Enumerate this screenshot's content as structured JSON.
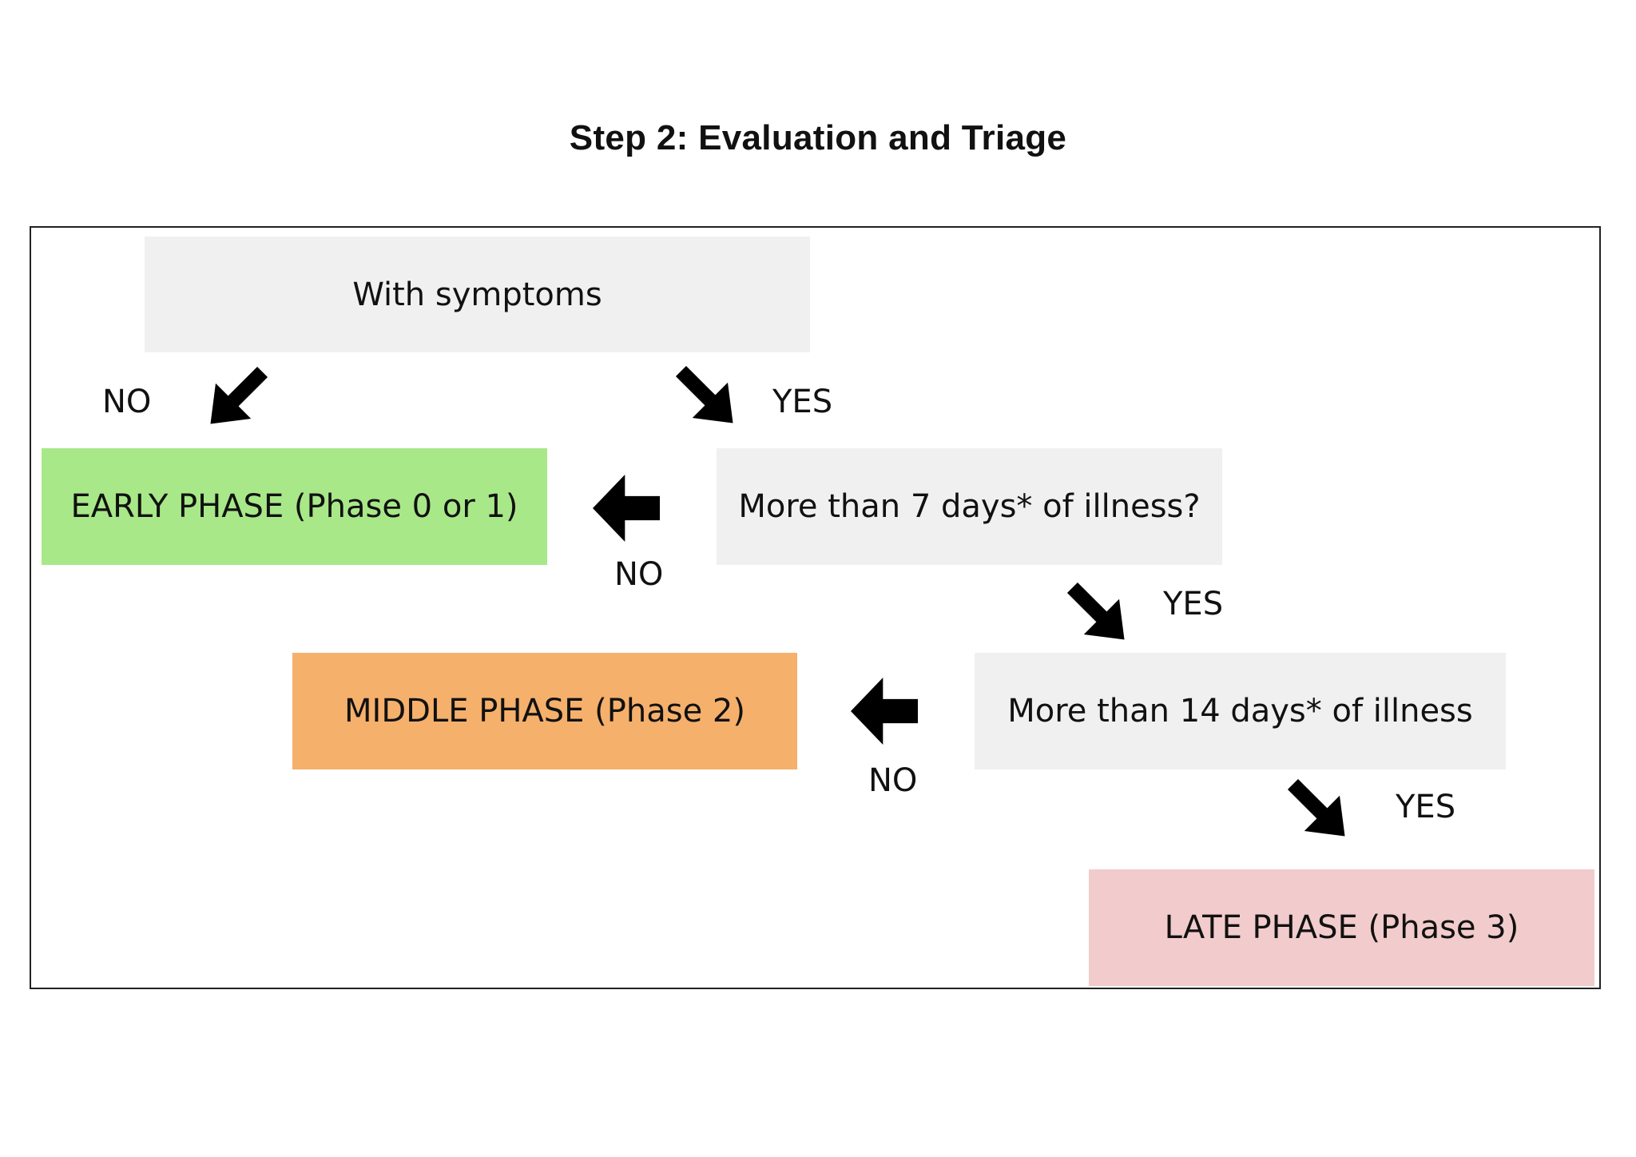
{
  "title": "Step 2: Evaluation and Triage",
  "nodes": {
    "with_symptoms": {
      "label": "With symptoms",
      "color": "#f0f0f0"
    },
    "early_phase": {
      "label": "EARLY PHASE (Phase 0 or 1)",
      "color": "#a8e888"
    },
    "more_than_7": {
      "label": "More than 7 days* of illness?",
      "color": "#f0f0f0"
    },
    "middle_phase": {
      "label": "MIDDLE PHASE (Phase 2)",
      "color": "#f5b06c"
    },
    "more_than_14": {
      "label": "More than 14 days* of illness",
      "color": "#f0f0f0"
    },
    "late_phase": {
      "label": "LATE PHASE (Phase 3)",
      "color": "#f2cbcc"
    }
  },
  "edges": [
    {
      "from": "with_symptoms",
      "to": "early_phase",
      "label": "NO",
      "arrow": "diagonal-down-left"
    },
    {
      "from": "with_symptoms",
      "to": "more_than_7",
      "label": "YES",
      "arrow": "diagonal-down-right"
    },
    {
      "from": "more_than_7",
      "to": "early_phase",
      "label": "NO",
      "arrow": "left"
    },
    {
      "from": "more_than_7",
      "to": "more_than_14",
      "label": "YES",
      "arrow": "diagonal-down-right"
    },
    {
      "from": "more_than_14",
      "to": "middle_phase",
      "label": "NO",
      "arrow": "left"
    },
    {
      "from": "more_than_14",
      "to": "late_phase",
      "label": "YES",
      "arrow": "diagonal-down-right"
    }
  ]
}
